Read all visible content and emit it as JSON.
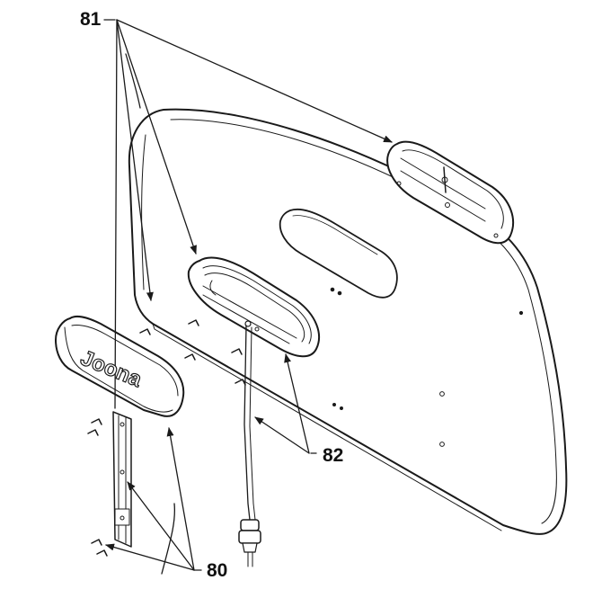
{
  "callouts": {
    "c81": "81",
    "c82": "82",
    "c80": "80"
  },
  "badge": {
    "text": "Joona"
  },
  "colors": {
    "line": "#1a1a1a",
    "panel_fill": "#ffffff",
    "background": "#ffffff"
  }
}
